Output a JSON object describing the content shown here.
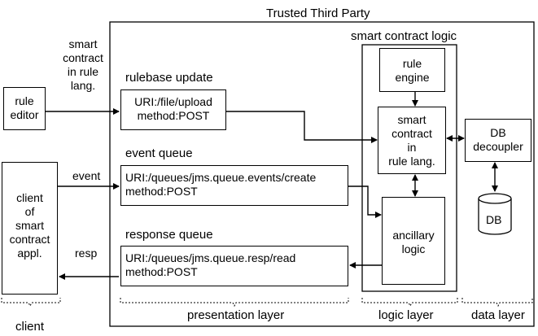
{
  "title": "Trusted Third Party",
  "smart_contract_logic_label": "smart contract logic",
  "rule_editor": {
    "line1": "rule",
    "line2": "editor"
  },
  "smart_contract_in_rule_lang_label": {
    "l1": "smart",
    "l2": "contract",
    "l3": "in rule",
    "l4": "lang."
  },
  "client_box": {
    "l1": "client",
    "l2": "of",
    "l3": "smart",
    "l4": "contract",
    "l5": "appl."
  },
  "event_label": "event",
  "resp_label": "resp",
  "rulebase_update": {
    "title": "rulebase update",
    "uri": "URI:/file/upload",
    "method": "method:POST"
  },
  "event_queue": {
    "title": "event queue",
    "uri": "URI:/queues/jms.queue.events/create",
    "method": "method:POST"
  },
  "response_queue": {
    "title": "response queue",
    "uri": "URI:/queues/jms.queue.resp/read",
    "method": "method:POST"
  },
  "rule_engine": {
    "l1": "rule",
    "l2": "engine"
  },
  "smart_contract_box": {
    "l1": "smart",
    "l2": "contract",
    "l3": "in",
    "l4": "rule lang."
  },
  "ancillary_logic": {
    "l1": "ancillary",
    "l2": "logic"
  },
  "db_decoupler": {
    "l1": "DB",
    "l2": "decoupler"
  },
  "db": "DB",
  "layers": {
    "client": "client",
    "presentation": "presentation layer",
    "logic": "logic layer",
    "data": "data layer"
  }
}
